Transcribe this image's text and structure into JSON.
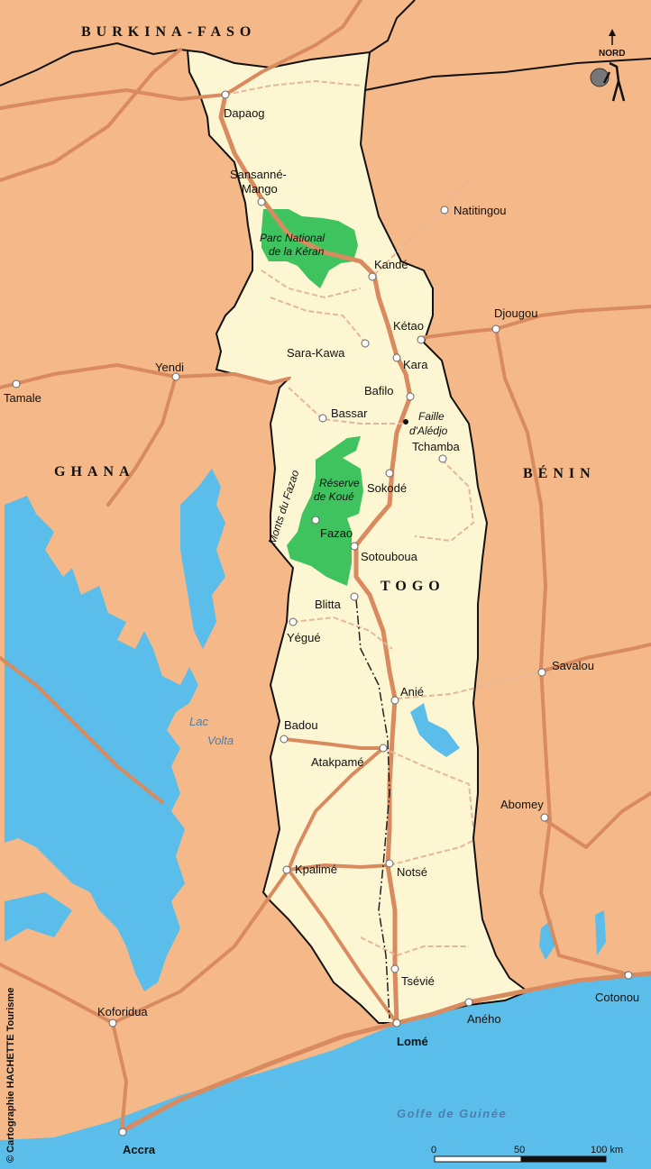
{
  "map": {
    "countries": {
      "burkina": "BURKINA-FASO",
      "ghana": "GHANA",
      "benin": "BÉNIN",
      "togo": "TOGO"
    },
    "north_label": "NORD",
    "cities": {
      "dapaog": "Dapaog",
      "sansanne1": "Sansanné-",
      "sansanne2": "Mango",
      "natitingou": "Natitingou",
      "kande": "Kandé",
      "djougou": "Djougou",
      "ketao": "Kétao",
      "sarakawa": "Sara-Kawa",
      "kara": "Kara",
      "yendi": "Yendi",
      "tamale": "Tamale",
      "bafilo": "Bafilo",
      "bassar": "Bassar",
      "tchamba": "Tchamba",
      "sokode": "Sokodé",
      "fazao": "Fazao",
      "sotouboua": "Sotouboua",
      "blitta": "Blitta",
      "yegue": "Yégué",
      "savalou": "Savalou",
      "anie": "Anié",
      "badou": "Badou",
      "atakpame": "Atakpamé",
      "abomey": "Abomey",
      "kpalime": "Kpalimé",
      "notse": "Notsé",
      "tsevie": "Tsévié",
      "koforidua": "Koforidua",
      "aneho": "Aného",
      "cotonou": "Cotonou",
      "lome": "Lomé",
      "accra": "Accra"
    },
    "features": {
      "keran1": "Parc National",
      "keran2": "de la Kéran",
      "faille1": "Faille",
      "faille2": "d'Alédjo",
      "koue1": "Réserve",
      "koue2": "de Koué",
      "fazao_mts": "Monts du Fazao",
      "lac1": "Lac",
      "lac2": "Volta",
      "golfe": "Golfe de Guinée"
    },
    "scale": {
      "t0": "0",
      "t1": "50",
      "t2": "100 km"
    },
    "copyright": "© Cartographie HACHETTE Tourisme"
  },
  "colors": {
    "land": "#f5b889",
    "togo": "#fdf6d3",
    "water": "#5bbde9",
    "park": "#3fc35f",
    "road": "#d98a5e",
    "border": "#111111"
  }
}
